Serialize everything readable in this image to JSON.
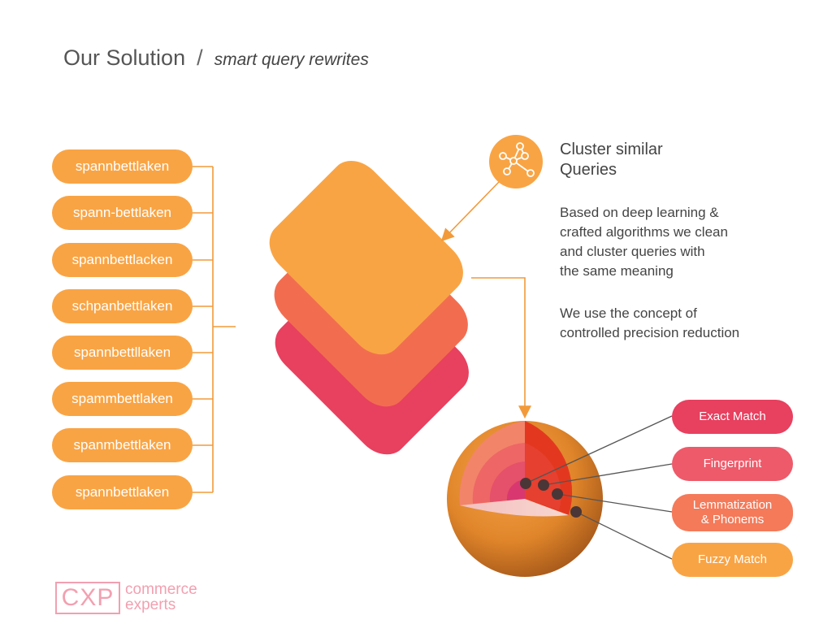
{
  "header": {
    "title": "Our Solution",
    "separator": "/",
    "subtitle": "smart query rewrites"
  },
  "queries": [
    "spannbettlaken",
    "spann-bettlaken",
    "spannbettlacken",
    "schpanbettlaken",
    "spannbettllaken",
    "spammbettlaken",
    "spanmbettlaken",
    "spannbettlaken"
  ],
  "cluster": {
    "icon": "network-nodes-icon",
    "heading_line1": "Cluster similar",
    "heading_line2": "Queries",
    "para1": [
      "Based on deep learning &",
      "crafted algorithms we clean",
      "and cluster queries with",
      "the same meaning"
    ],
    "para2": [
      "We use the concept of",
      "controlled precision reduction"
    ]
  },
  "levels": [
    {
      "label_line1": "Exact Match",
      "label_line2": "",
      "color": "#e8405f"
    },
    {
      "label_line1": "Fingerprint",
      "label_line2": "",
      "color": "#ee5a6a"
    },
    {
      "label_line1": "Lemmatization",
      "label_line2": "& Phonems",
      "color": "#f47a5a"
    },
    {
      "label_line1": "Fuzzy Match",
      "label_line2": "",
      "color": "#f9a444"
    }
  ],
  "logo": {
    "mark": "CXP",
    "line1": "commerce",
    "line2": "experts"
  },
  "colors": {
    "orange": "#f9a444",
    "coral": "#f26d50",
    "pink": "#e8405f"
  }
}
